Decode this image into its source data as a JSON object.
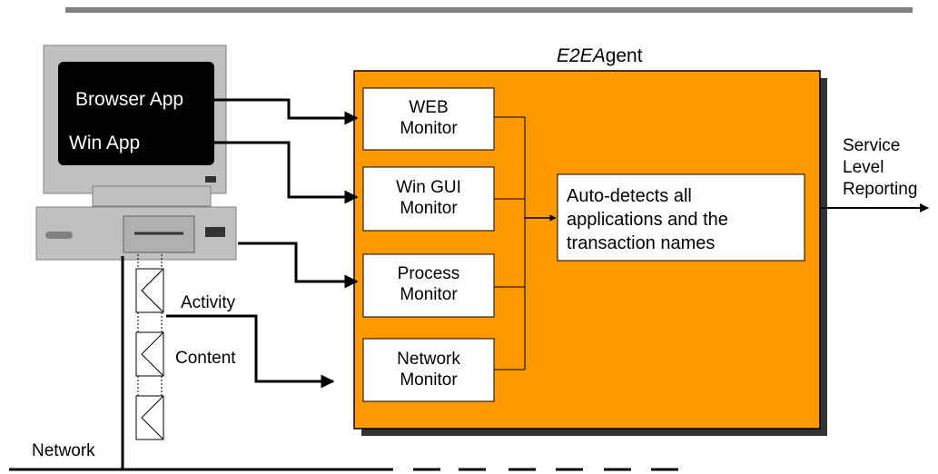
{
  "title": {
    "italic": "E2EA",
    "rest": "gent"
  },
  "computer": {
    "browser_app_label": "Browser App",
    "win_app_label": "Win App"
  },
  "monitors": [
    {
      "line1": "WEB",
      "line2": "Monitor"
    },
    {
      "line1": "Win GUI",
      "line2": "Monitor"
    },
    {
      "line1": "Process",
      "line2": "Monitor"
    },
    {
      "line1": "Network",
      "line2": "Monitor"
    }
  ],
  "detect_box": {
    "line1": "Auto-detects all",
    "line2": "applications and the",
    "line3": "transaction names"
  },
  "output": {
    "line1": "Service",
    "line2": "Level",
    "line3": "Reporting"
  },
  "network_labels": {
    "activity": "Activity",
    "content": "Content",
    "network": "Network"
  },
  "colors": {
    "agent_fill": "#ff9900",
    "shadow": "#333333",
    "top_rule": "#808080",
    "screen": "#000000",
    "monitor_body": "#c0c0c0"
  }
}
